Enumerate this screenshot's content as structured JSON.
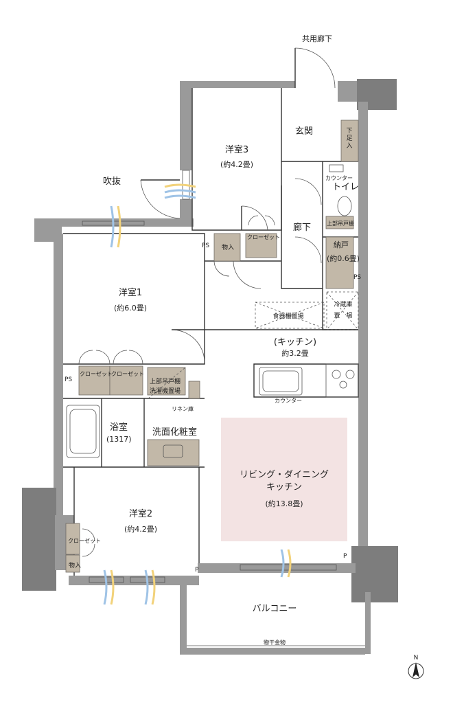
{
  "labels": {
    "common_corridor": "共用廊下",
    "entrance": "玄関",
    "shoe_storage": "下足入",
    "counter_toilet": "カウンター",
    "toilet": "トイレ",
    "upper_cabinet_toilet": "上部吊戸棚",
    "hall": "廊下",
    "closet_room": "納戸",
    "closet_room_size": "(約0.6畳)",
    "ps1": "PS",
    "ps2": "PS",
    "ps3": "PS",
    "void": "吹抜",
    "room3": "洋室3",
    "room3_size": "(約4.2畳)",
    "storage_small": "物入",
    "closet_room3": "クローゼット",
    "room1": "洋室1",
    "room1_size": "(約6.0畳)",
    "dish_rack": "食器棚置場",
    "fridge1": "冷蔵庫",
    "fridge2": "置　場",
    "kitchen": "(キッチン)",
    "kitchen_size": "約3.2畳",
    "closet_a": "クローゼット",
    "closet_b": "クローゼット",
    "upper_cabinet": "上部吊戸棚",
    "washer": "洗濯機置場",
    "counter_kitchen": "カウンター",
    "linen": "リネン庫",
    "bath": "浴室",
    "bath_size": "(1317)",
    "washroom": "洗面化粧室",
    "ldk1": "リビング・ダイニング",
    "ldk2": "キッチン",
    "ldk_size": "(約13.8畳)",
    "room2": "洋室2",
    "room2_size": "(約4.2畳)",
    "closet_room2": "クローゼット",
    "storage_room2": "物入",
    "p1": "P",
    "p2": "P",
    "balcony": "バルコニー",
    "laundry_pole": "物干金物",
    "north": "N"
  },
  "colors": {
    "wall": "#9a9a9a",
    "storage": "#c2b8a8",
    "ldk_fill": "#f3e3e3",
    "airflow_blue": "#9fc3e6",
    "airflow_yellow": "#f2d27a"
  }
}
